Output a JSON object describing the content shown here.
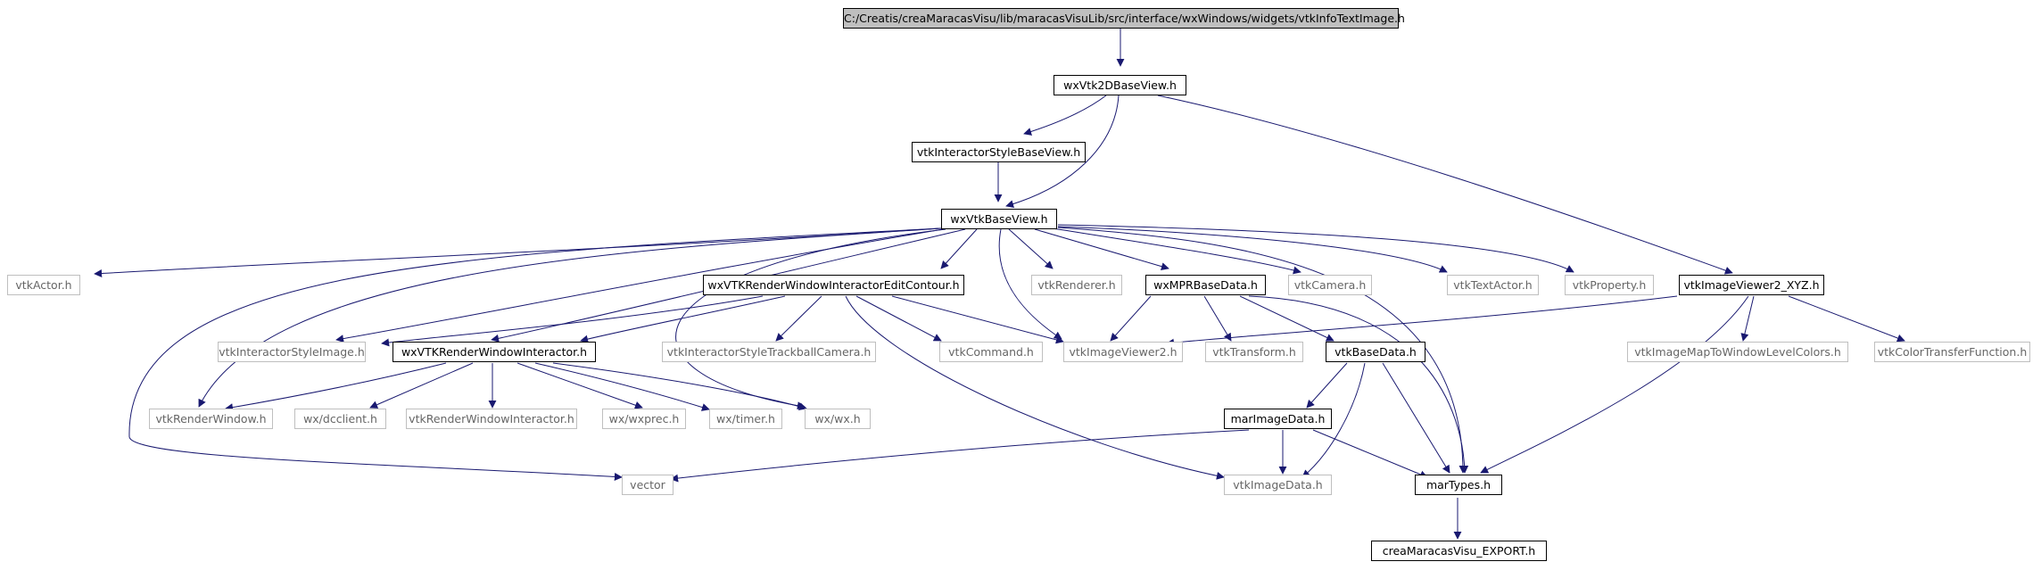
{
  "graph": {
    "edge_color": "#191970",
    "nodes": {
      "root": "C:/Creatis/creaMaracasVisu/lib/maracasVisuLib/src/interface/wxWindows/widgets/vtkInfoTextImage.h",
      "wxVtk2DBaseView": "wxVtk2DBaseView.h",
      "vtkInteractorStyleBaseView": "vtkInteractorStyleBaseView.h",
      "wxVtkBaseView": "wxVtkBaseView.h",
      "vtkActor": "vtkActor.h",
      "wxVTKRenderWindowInteractorEditContour": "wxVTKRenderWindowInteractorEditContour.h",
      "vtkRenderer": "vtkRenderer.h",
      "wxMPRBaseData": "wxMPRBaseData.h",
      "vtkCamera": "vtkCamera.h",
      "vtkTextActor": "vtkTextActor.h",
      "vtkProperty": "vtkProperty.h",
      "vtkImageViewer2_XYZ": "vtkImageViewer2_XYZ.h",
      "vtkInteractorStyleImage": "vtkInteractorStyleImage.h",
      "wxVTKRenderWindowInteractor": "wxVTKRenderWindowInteractor.h",
      "vtkInteractorStyleTrackballCamera": "vtkInteractorStyleTrackballCamera.h",
      "vtkCommand": "vtkCommand.h",
      "vtkImageViewer2": "vtkImageViewer2.h",
      "vtkTransform": "vtkTransform.h",
      "vtkBaseData": "vtkBaseData.h",
      "vtkImageMapToWindowLevelColors": "vtkImageMapToWindowLevelColors.h",
      "vtkColorTransferFunction": "vtkColorTransferFunction.h",
      "vtkRenderWindow": "vtkRenderWindow.h",
      "wxdcclient": "wx/dcclient.h",
      "vtkRenderWindowInteractor": "vtkRenderWindowInteractor.h",
      "wxwxprec": "wx/wxprec.h",
      "wxtimer": "wx/timer.h",
      "wxwx": "wx/wx.h",
      "marImageData": "marImageData.h",
      "vector": "vector",
      "vtkImageData": "vtkImageData.h",
      "marTypes": "marTypes.h",
      "creaMaracasVisu_EXPORT": "creaMaracasVisu_EXPORT.h"
    }
  }
}
